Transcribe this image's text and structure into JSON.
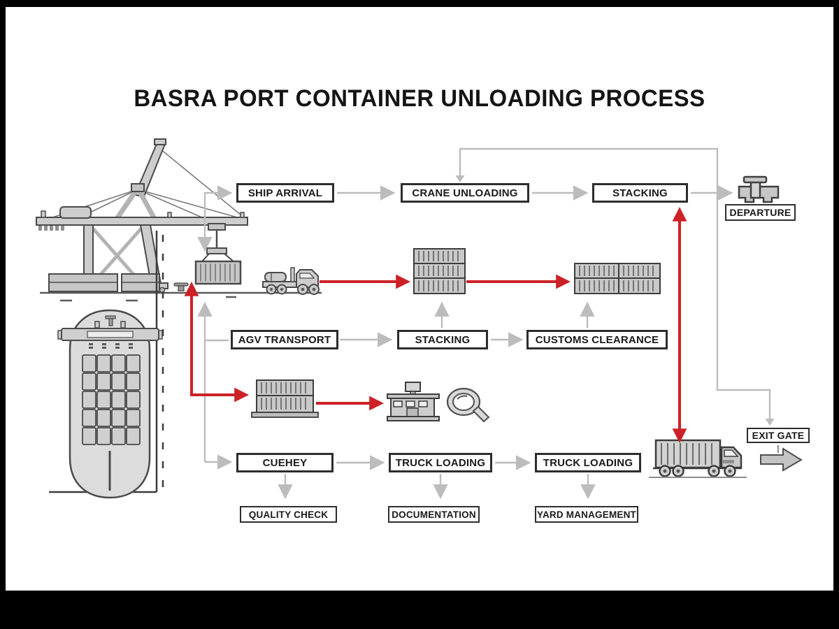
{
  "title": "BASRA PORT CONTAINER UNLOADING PROCESS",
  "colors": {
    "accent_red": "#cc2127",
    "connector_gray": "#bcbcbc",
    "box_border": "#2d2d2d",
    "illustration_gray": "#cdcdcd"
  },
  "flow": {
    "row1": [
      {
        "label": "SHIP ARRIVAL"
      },
      {
        "label": "CRANE UNLOADING"
      },
      {
        "label": "STACKING"
      }
    ],
    "departure": {
      "label": "DEPARTURE"
    },
    "row2": [
      {
        "label": "AGV TRANSPORT"
      },
      {
        "label": "STACKING"
      },
      {
        "label": "CUSTOMS CLEARANCE"
      }
    ],
    "row3": [
      {
        "label": "CUEHEY"
      },
      {
        "label": "TRUCK LOADING"
      },
      {
        "label": "TRUCK LOADING"
      }
    ],
    "row4": [
      {
        "label": "QUALITY CHECK"
      },
      {
        "label": "DOCUMENTATION"
      },
      {
        "label": "YARD MANAGEMENT"
      }
    ],
    "exit_gate": {
      "label": "EXIT GATE"
    }
  },
  "illustrations": [
    "gantry-crane",
    "container-ship",
    "quay-edge",
    "terminal-tractor",
    "container-stack-3tier",
    "container-stack-wide",
    "container-stack-2tier",
    "customs-building",
    "magnifier",
    "bollard",
    "departure-bollard",
    "container-truck",
    "exit-arrow"
  ]
}
